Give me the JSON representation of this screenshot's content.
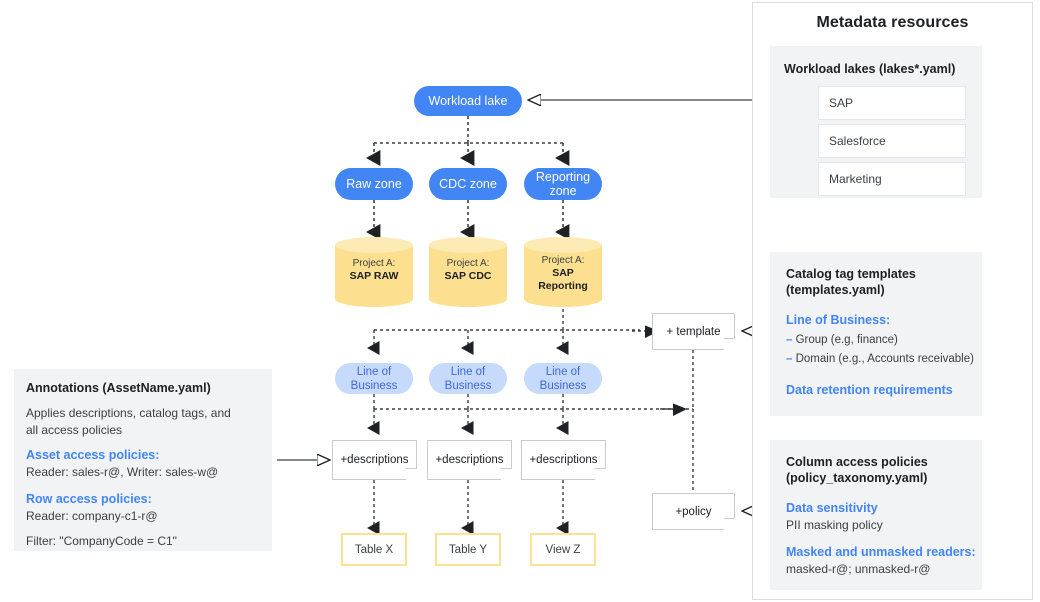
{
  "metadata_panel": {
    "title": "Metadata resources",
    "lakes_card": {
      "heading": "Workload lakes (lakes*.yaml)",
      "items": [
        "SAP",
        "Salesforce",
        "Marketing"
      ]
    },
    "templates_card": {
      "heading_line1": "Catalog tag templates",
      "heading_line2": "(templates.yaml)",
      "section_title": "Line of Business:",
      "bullets": [
        "Group (e.g, finance)",
        "Domain (e.g., Accounts receivable)"
      ],
      "footer": "Data retention requirements"
    },
    "policies_card": {
      "heading_line1": "Column access policies",
      "heading_line2": "(policy_taxonomy.yaml)",
      "sensitivity_title": "Data sensitivity",
      "sensitivity_value": "PII masking policy",
      "readers_title": "Masked and unmasked readers:",
      "readers_value": "masked-r@; unmasked-r@"
    }
  },
  "annotations_panel": {
    "title": "Annotations (AssetName.yaml)",
    "description_line1": "Applies descriptions, catalog tags, and",
    "description_line2": "all access policies",
    "asset_title": "Asset access policies:",
    "asset_value": "Reader: sales-r@, Writer: sales-w@",
    "row_title": "Row access policies:",
    "row_value": "Reader: company-c1-r@",
    "filter_value": "Filter: \"CompanyCode = C1\""
  },
  "flow": {
    "lake": "Workload lake",
    "zones": [
      "Raw zone",
      "CDC zone",
      "Reporting zone"
    ],
    "projects": [
      {
        "prefix": "Project A:",
        "name": "SAP RAW"
      },
      {
        "prefix": "Project A:",
        "name": "SAP CDC"
      },
      {
        "prefix": "Project A:",
        "name": "SAP Reporting"
      }
    ],
    "lob_label_line1": "Line of",
    "lob_label_line2": "Business",
    "descriptions_label": "+descriptions",
    "assets": [
      "Table X",
      "Table Y",
      "View Z"
    ],
    "template_note": "+ template",
    "policy_note": "+policy"
  },
  "colors": {
    "blue": "#4285f4",
    "light_blue": "#c6dafc",
    "yellow": "#fcdf8f",
    "yellow_light": "#fdebb5",
    "yellow_border": "#fde293",
    "panel_gray": "#f1f3f4",
    "text_dark": "#202124"
  }
}
